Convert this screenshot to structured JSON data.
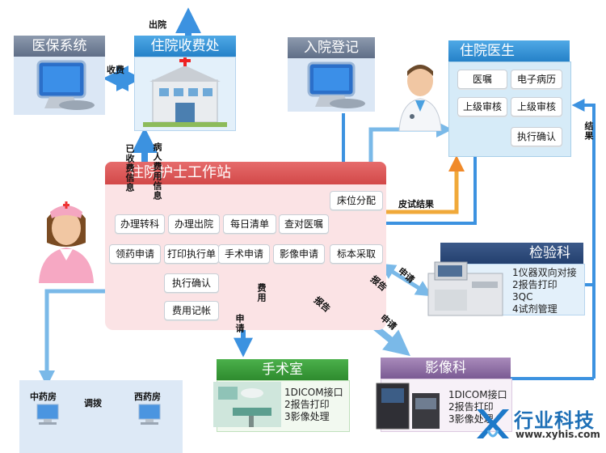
{
  "stations": {
    "medical_insurance": "医保系统",
    "billing": "住院收费处",
    "admission": "入院登记",
    "doctor": "住院医生",
    "nurse": "住院护士工作站",
    "lab": "检验科",
    "surgery": "手术室",
    "imaging": "影像科"
  },
  "doctor_panel": {
    "orders": "医嘱",
    "emr": "电子病历",
    "review1": "上级审核",
    "review2": "上级审核",
    "exec_confirm": "执行确认"
  },
  "nurse_panel": {
    "transfer": "办理转科",
    "discharge": "办理出院",
    "daily_list": "每日清单",
    "check_orders": "查对医嘱",
    "bed_assign": "床位分配",
    "dispense": "领药申请",
    "print_exec": "打印执行单",
    "surgery_apply": "手术申请",
    "imaging_apply": "影像申请",
    "sampling": "标本采取",
    "exec_confirm": "执行确认",
    "fee_record": "费用记帐"
  },
  "lab_list": "1仪器双向对接\n2报告打印\n3QC\n4试剂管理",
  "surgery_list": "1DICOM接口\n2报告打印\n3影像处理",
  "imaging_list": "1DICOM接口\n2报告打印\n3影像处理",
  "pharmacy": {
    "chinese": "中药房",
    "western": "西药房",
    "transfer": "调拨"
  },
  "labels": {
    "discharge": "出院",
    "charge": "收费",
    "charged_info": "已收费信息",
    "patient_fee_info": "病人费用信息",
    "skin_test_result": "皮试结果",
    "result": "结果",
    "apply_lab": "申请",
    "report_lab": "报告",
    "fee": "费用",
    "apply_surgery": "申请",
    "report_imaging": "报告",
    "apply_imaging": "申请"
  },
  "brand": {
    "name": "行业科技",
    "url": "www.xyhis.com"
  }
}
